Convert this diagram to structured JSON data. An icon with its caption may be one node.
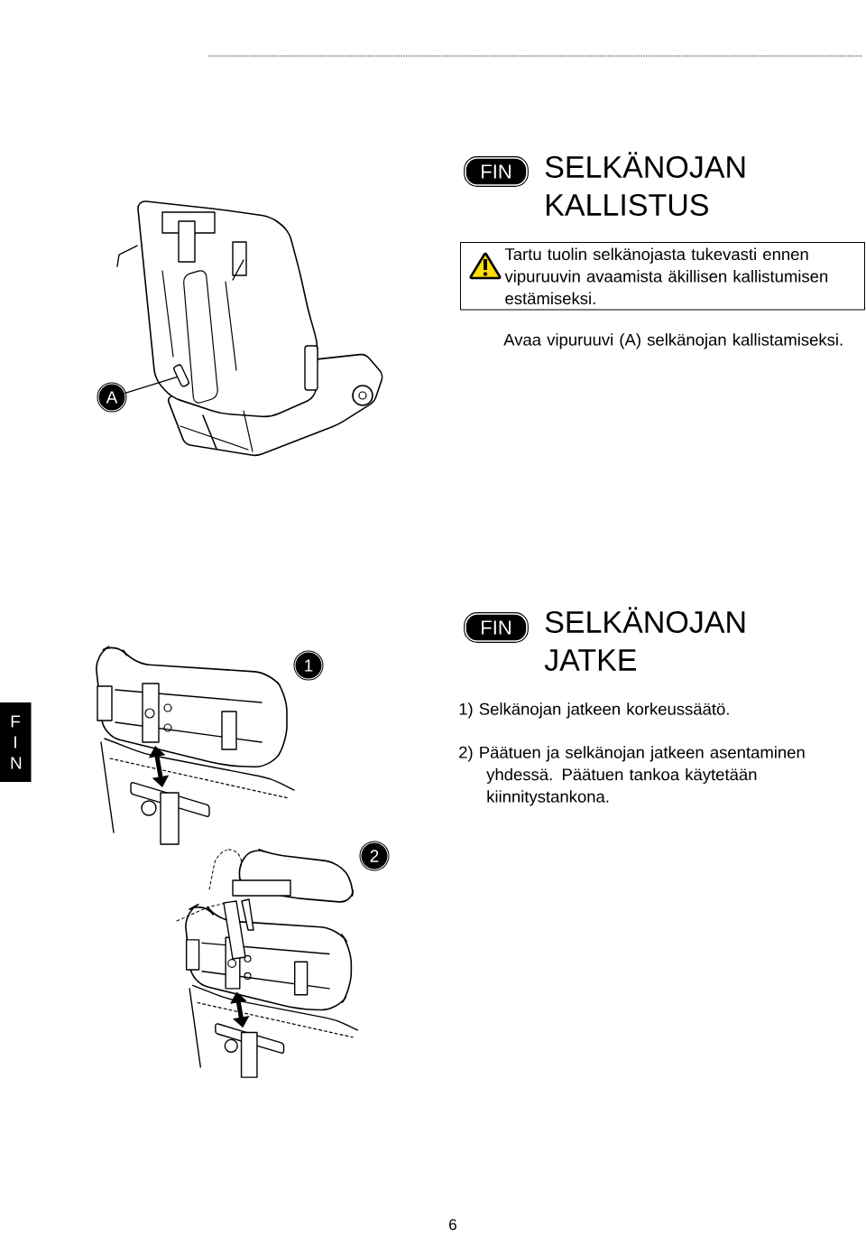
{
  "diagram": {
    "nodes": [
      {
        "text": [
          "FIN"
        ]
      },
      {
        "text": [
          "Tartu tuolin selkänojasta tukevasti ennen vipuruuvin avaamista äkillisen kallistumisen estämiseksi."
        ]
      },
      {
        "text": [
          "A"
        ]
      },
      {
        "text": [],
        "shape": "picture"
      },
      {
        "text": [
          "F I N"
        ]
      },
      {
        "text": [
          "1"
        ]
      },
      {
        "text": [
          "FIN"
        ]
      },
      {
        "text": [
          "2"
        ]
      }
    ],
    "edges": [
      {
        "from": 2,
        "to": 3,
        "arrow": "none"
      }
    ],
    "labels": [
      "SELKÄNOJAN KALLISTUS",
      "Avaa vipuruuvi (A) selkänojan kallistamiseksi.",
      "SELKÄNOJAN JATKE",
      "1) Selkänojan jatkeen korkeussäätö.",
      "2) Päätuen ja selkänojan jatkeen asentaminen yhdessä. Päätuen tankoa käytetään kiinnitystankona.",
      "6"
    ]
  }
}
